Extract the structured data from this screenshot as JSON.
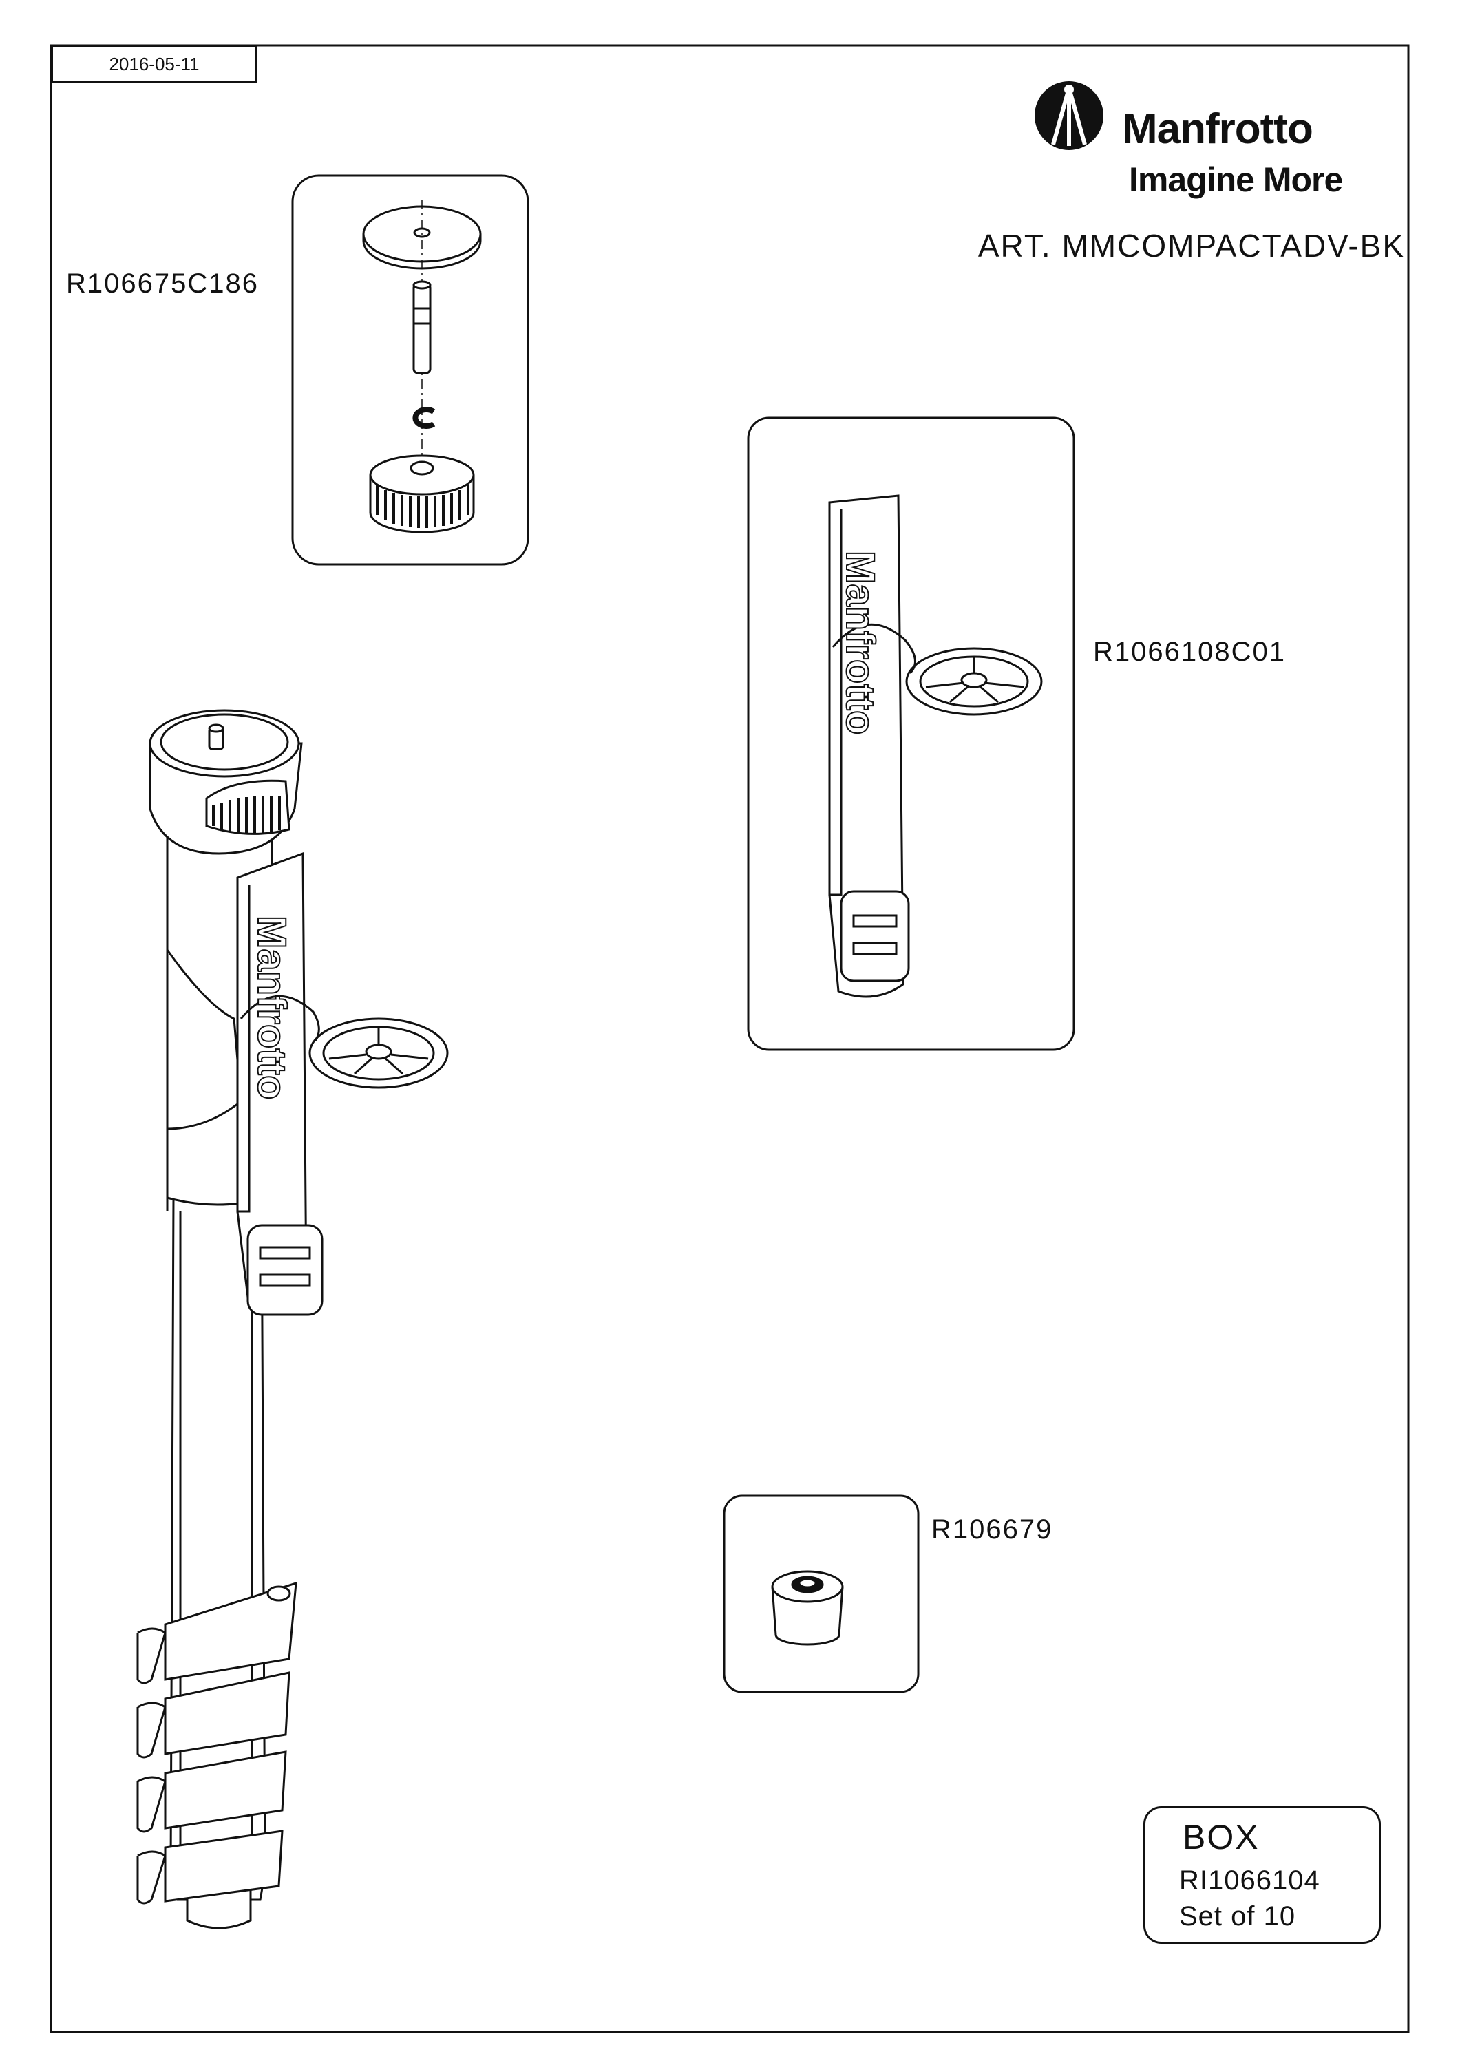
{
  "header": {
    "date": "2016-05-11",
    "brand_name": "Manfrotto",
    "brand_tagline": "Imagine More",
    "article": "ART. MMCOMPACTADV-BK"
  },
  "parts": {
    "pin_kit": {
      "code": "R106675C186"
    },
    "strap": {
      "code": "R1066108C01",
      "print": "Manfrotto"
    },
    "foot": {
      "code": "R106679"
    },
    "monopod": {
      "strap_print": "Manfrotto"
    }
  },
  "box": {
    "title": "BOX",
    "code": "RI1066104",
    "quantity": "Set of 10"
  },
  "colors": {
    "line": "#111111",
    "paper": "#ffffff"
  }
}
